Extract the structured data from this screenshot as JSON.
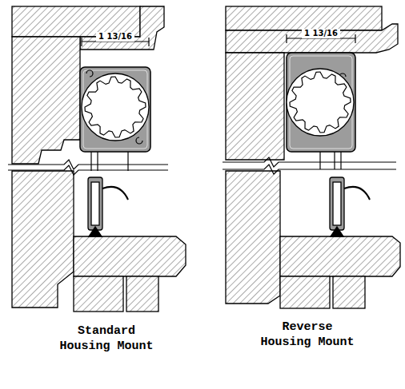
{
  "diagram": {
    "labels": [
      "1 13/16",
      "1 13/16",
      "Standard Housing Mount",
      "Reverse Housing Mount"
    ]
  }
}
